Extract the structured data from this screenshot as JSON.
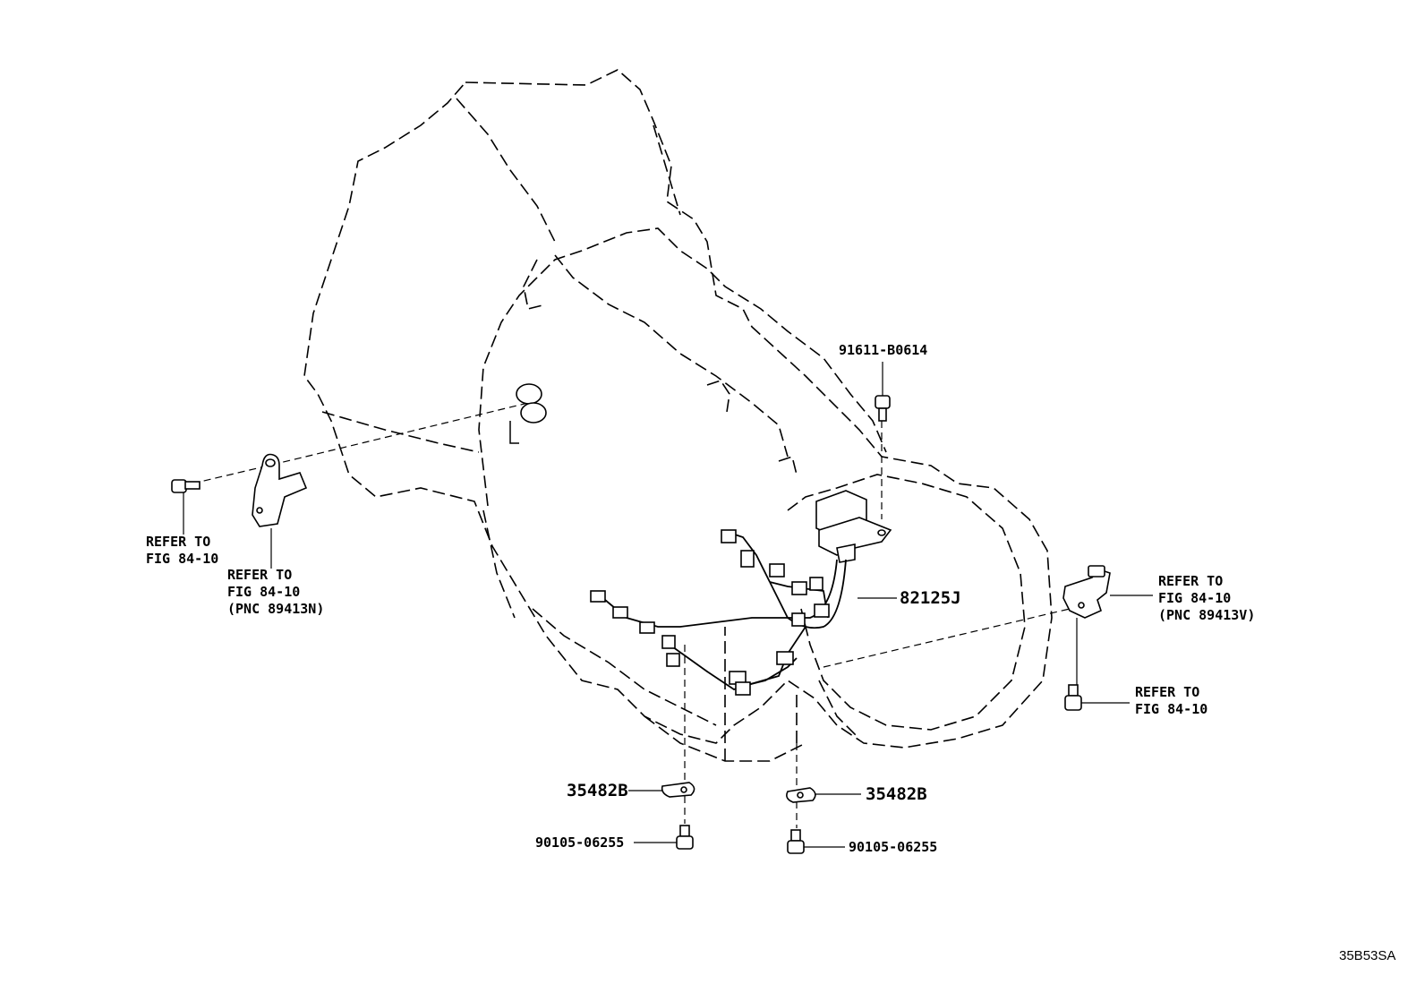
{
  "labels": {
    "bolt_top": "91611-B0614",
    "harness": "82125J",
    "clamp_left": "35482B",
    "clamp_right": "35482B",
    "bolt_left": "90105-06255",
    "bolt_right": "90105-06255",
    "ref_left_bolt_1": "REFER TO",
    "ref_left_bolt_2": "FIG 84-10",
    "ref_left_sensor_1": "REFER TO",
    "ref_left_sensor_2": "FIG 84-10",
    "ref_left_sensor_3": "(PNC 89413N)",
    "ref_right_sensor_1": "REFER TO",
    "ref_right_sensor_2": "FIG 84-10",
    "ref_right_sensor_3": "(PNC 89413V)",
    "ref_right_bolt_1": "REFER TO",
    "ref_right_bolt_2": "FIG 84-10",
    "diagram_code": "35B53SA"
  },
  "colors": {
    "ink": "#000000",
    "paper": "#ffffff"
  }
}
